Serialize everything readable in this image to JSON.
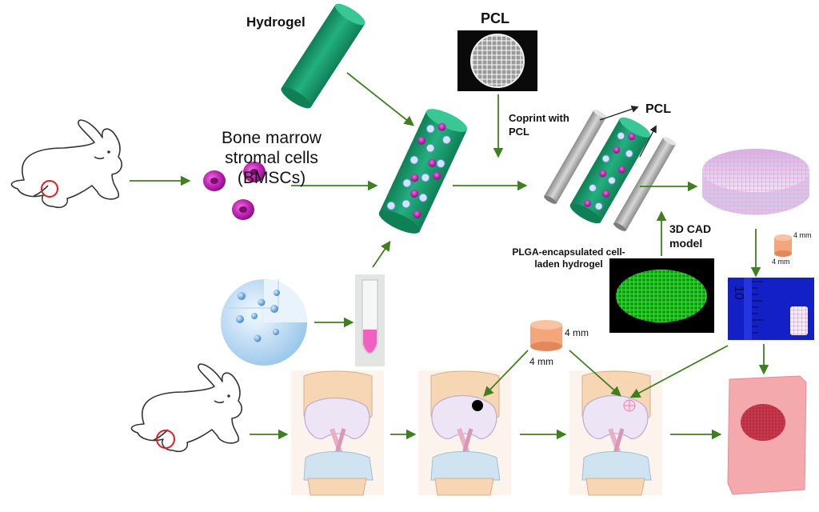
{
  "labels": {
    "hydrogel": "Hydrogel",
    "pcl_top": "PCL",
    "bmscs": "Bone marrow stromal cells (BMSCs)",
    "coprint": "Coprint with PCL",
    "pcl_right": "PCL",
    "plga": "PLGA-encapsulated cell-laden hydrogel",
    "cad": "3D CAD model",
    "size_small_1": "4 mm",
    "size_small_2": "4 mm",
    "size_mid_1": "4 mm",
    "size_mid_2": "4 mm",
    "ruler_number": "10"
  },
  "colors": {
    "arrow": "#3f7f1f",
    "hydrogel": "#1b9f6f",
    "cell": "#c225b5",
    "pcl_rod": "#b3b3b3",
    "cad_grid": "#2ed62e",
    "sample_pad": "#f4a57a"
  }
}
